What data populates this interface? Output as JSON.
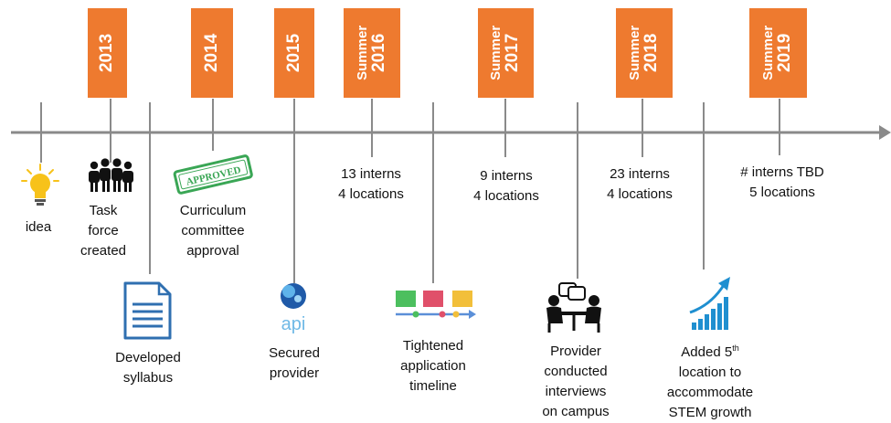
{
  "years": [
    {
      "prefix": "",
      "year": "2013"
    },
    {
      "prefix": "",
      "year": "2014"
    },
    {
      "prefix": "",
      "year": "2015"
    },
    {
      "prefix": "Summer",
      "year": "2016"
    },
    {
      "prefix": "Summer",
      "year": "2017"
    },
    {
      "prefix": "Summer",
      "year": "2018"
    },
    {
      "prefix": "Summer",
      "year": "2019"
    }
  ],
  "events": {
    "idea": "idea",
    "task_force": [
      "Task",
      "force",
      "created"
    ],
    "curriculum": [
      "Curriculum",
      "committee",
      "approval"
    ],
    "approved_stamp": "APPROVED",
    "syllabus": [
      "Developed",
      "syllabus"
    ],
    "provider": [
      "Secured",
      "provider"
    ],
    "api_logo": "api",
    "timeline": [
      "Tightened",
      "application",
      "timeline"
    ],
    "interviews": [
      "Provider",
      "conducted",
      "interviews",
      "on campus"
    ],
    "stem": [
      "location to",
      "accommodate",
      "STEM growth"
    ],
    "stem_first": "Added 5",
    "stem_sup": "th"
  },
  "stats": {
    "y2016": [
      "13 interns",
      "4 locations"
    ],
    "y2017": [
      "9 interns",
      "4 locations"
    ],
    "y2018": [
      "23 interns",
      "4 locations"
    ],
    "y2019": [
      "# interns TBD",
      "5 locations"
    ]
  },
  "colors": {
    "accent": "#ee7a2f",
    "axis": "#8a8a8a",
    "bulb": "#f7c21a",
    "stamp": "#3aa655",
    "doc": "#2f6fb0",
    "api": "#1f8fd0"
  }
}
